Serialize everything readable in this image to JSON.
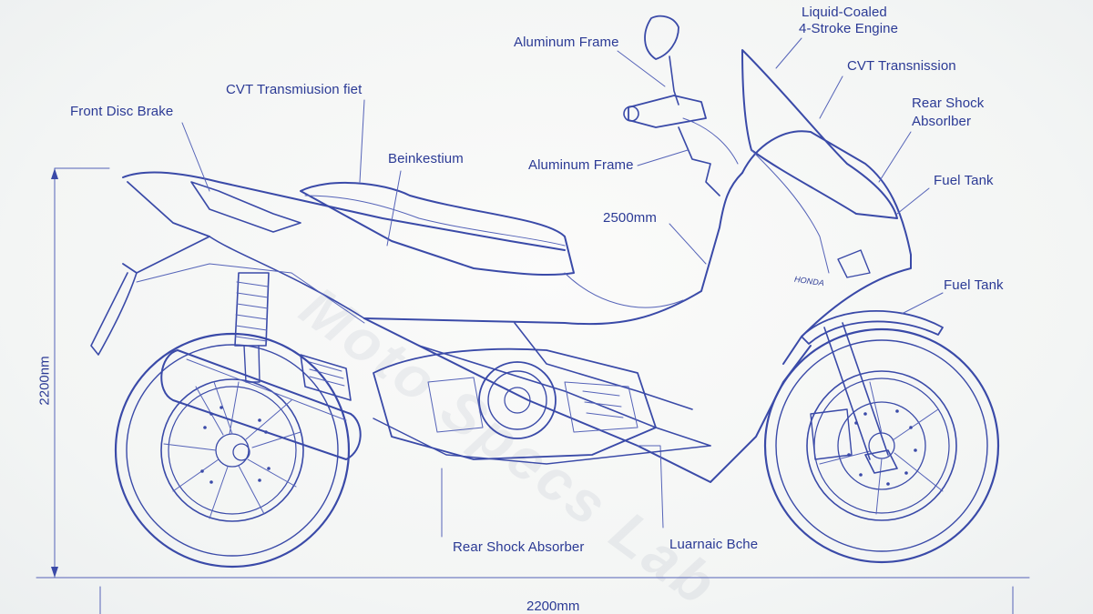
{
  "labels": {
    "front_disc_brake": "Front Disc Brake",
    "cvt_transmission_left": "CVT Transmiusion fiet",
    "beinkestium": "Beinkestium",
    "aluminum_frame_top": "Aluminum Frame",
    "aluminum_frame_mid": "Aluminum Frame",
    "liquid_cooled_line1": "Liquid-Coaled",
    "liquid_cooled_line2": "4-Stroke Engine",
    "cvt_transmission_right": "CVT Transnission",
    "rear_shock_right_line1": "Rear Shock",
    "rear_shock_right_line2": "Absorlber",
    "fuel_tank_upper": "Fuel Tank",
    "fuel_tank_lower": "Fuel Tank",
    "dim_2500": "2500mm",
    "rear_shock_bottom": "Rear Shock Absorber",
    "luarnaic_bche": "Luarnaic Bche"
  },
  "dimensions": {
    "height": "2200nm",
    "length": "2200mm"
  },
  "watermark": "Moto Specs Lab",
  "brand_badge": "HONDA",
  "colors": {
    "ink": "#3a4aa8",
    "paper": "#f7f8f7"
  }
}
